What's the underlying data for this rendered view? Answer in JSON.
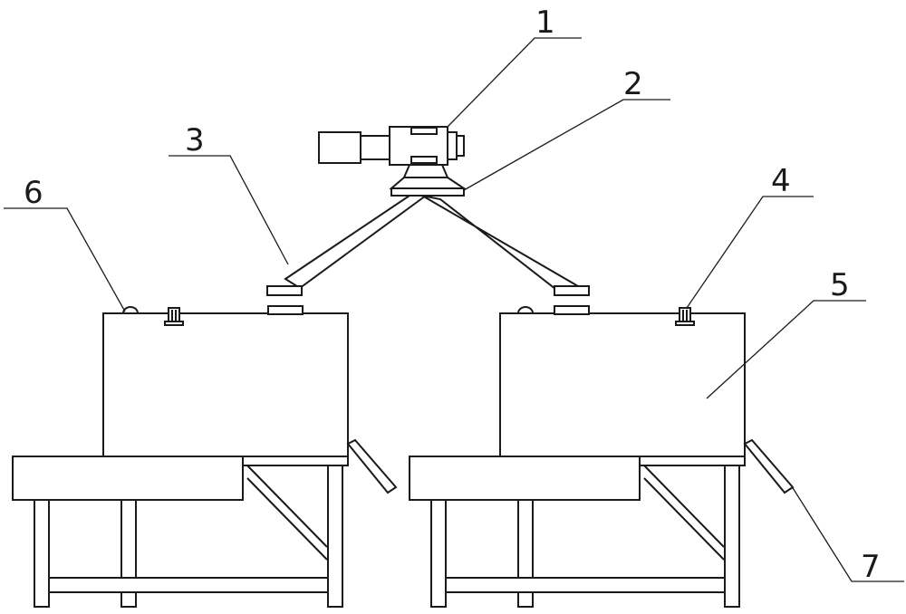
{
  "figure": {
    "callouts": [
      {
        "id": "callout-1",
        "label": "1"
      },
      {
        "id": "callout-2",
        "label": "2"
      },
      {
        "id": "callout-3",
        "label": "3"
      },
      {
        "id": "callout-4",
        "label": "4"
      },
      {
        "id": "callout-5",
        "label": "5"
      },
      {
        "id": "callout-6",
        "label": "6"
      },
      {
        "id": "callout-7",
        "label": "7"
      }
    ]
  }
}
